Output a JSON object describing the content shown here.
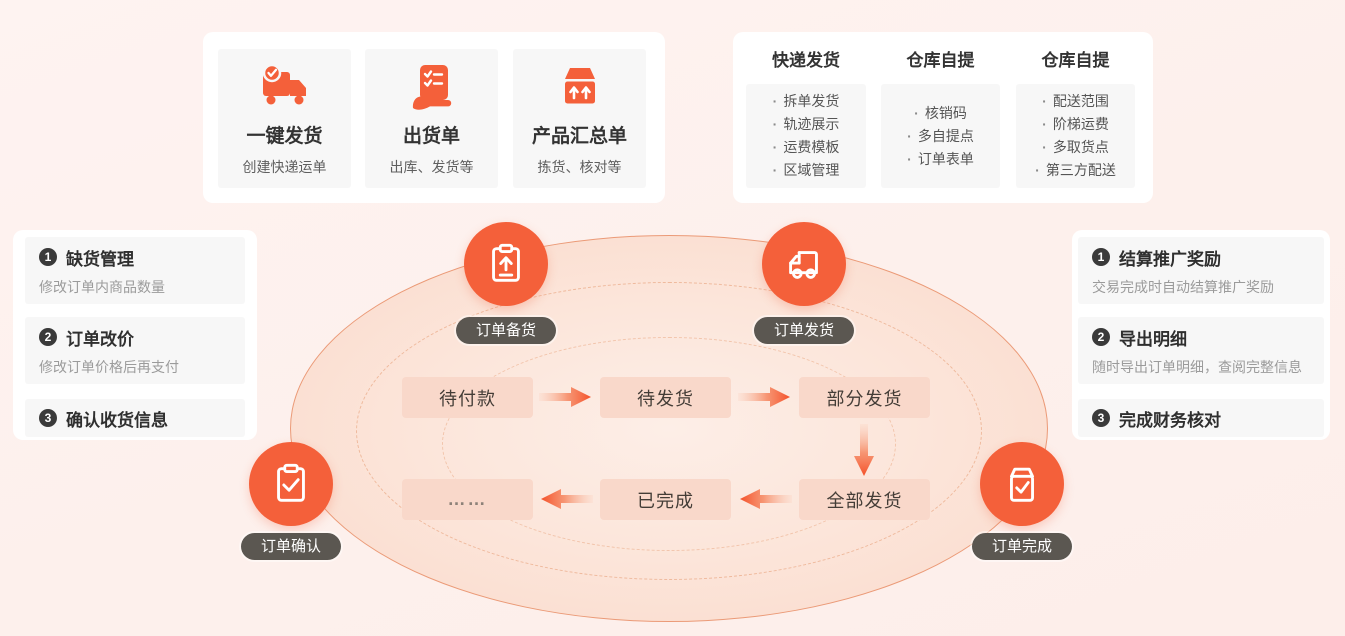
{
  "colors": {
    "accent_orange": "#f4603a",
    "page_background": "#fdf0ec",
    "panel_white": "#ffffff",
    "card_gray": "#f7f7f7",
    "stage_box": "#f9d8ca",
    "pill_dark": "#5b5751",
    "ellipse_border": "#eb9a77"
  },
  "top_left_panel": {
    "cards": [
      {
        "icon": "truck-check-icon",
        "title": "一键发货",
        "subtitle": "创建快递运单"
      },
      {
        "icon": "checklist-hand-icon",
        "title": "出货单",
        "subtitle": "出库、发货等"
      },
      {
        "icon": "box-arrows-up-icon",
        "title": "产品汇总单",
        "subtitle": "拣货、核对等"
      }
    ]
  },
  "top_right_panel": {
    "columns": [
      {
        "header": "快递发货",
        "items": [
          "拆单发货",
          "轨迹展示",
          "运费模板",
          "区域管理"
        ]
      },
      {
        "header": "仓库自提",
        "items": [
          "核销码",
          "多自提点",
          "订单表单"
        ]
      },
      {
        "header": "仓库自提",
        "items": [
          "配送范围",
          "阶梯运费",
          "多取货点",
          "第三方配送"
        ]
      }
    ]
  },
  "left_panel": {
    "items": [
      {
        "num": "1",
        "title": "缺货管理",
        "subtitle": "修改订单内商品数量"
      },
      {
        "num": "2",
        "title": "订单改价",
        "subtitle": "修改订单价格后再支付"
      },
      {
        "num": "3",
        "title": "确认收货信息",
        "subtitle": ""
      }
    ]
  },
  "right_panel": {
    "items": [
      {
        "num": "1",
        "title": "结算推广奖励",
        "subtitle": "交易完成时自动结算推广奖励"
      },
      {
        "num": "2",
        "title": "导出明细",
        "subtitle": "随时导出订单明细，查阅完整信息"
      },
      {
        "num": "3",
        "title": "完成财务核对",
        "subtitle": ""
      }
    ]
  },
  "flow": {
    "nodes": [
      {
        "icon": "clipboard-upload-icon",
        "label": "订单备货"
      },
      {
        "icon": "truck-icon",
        "label": "订单发货"
      },
      {
        "icon": "clipboard-check-icon",
        "label": "订单确认"
      },
      {
        "icon": "box-check-icon",
        "label": "订单完成"
      }
    ],
    "stages": [
      "待付款",
      "待发货",
      "部分发货",
      "全部发货",
      "已完成",
      "……"
    ]
  }
}
